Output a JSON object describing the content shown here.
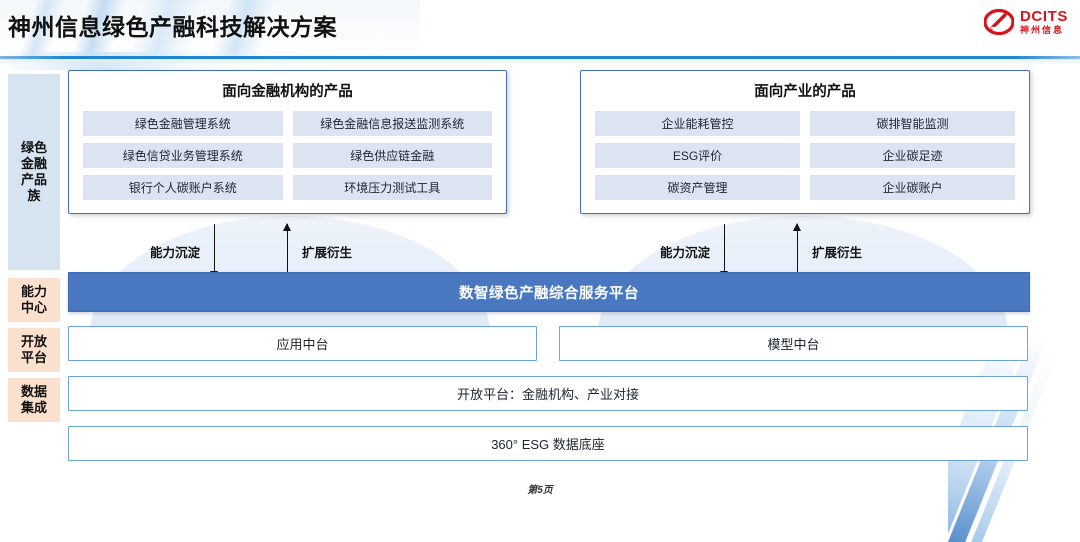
{
  "header": {
    "title": "神州信息绿色产融科技解决方案",
    "logo_en": "DCITS",
    "logo_cn": "神州信息"
  },
  "sidebar": {
    "items": [
      {
        "label": "绿色\n金融\n产品\n族",
        "color": "#d6e4f2"
      },
      {
        "label": "能力\n中心",
        "color": "#fbe0cd"
      },
      {
        "label": "开放\n平台",
        "color": "#fbe0cd"
      },
      {
        "label": "数据\n集成",
        "color": "#fbe0cd"
      }
    ]
  },
  "panels": [
    {
      "title": "面向金融机构的产品",
      "items": [
        "绿色金融管理系统",
        "绿色金融信息报送监测系统",
        "绿色信贷业务管理系统",
        "绿色供应链金融",
        "银行个人碳账户系统",
        "环境压力测试工具"
      ]
    },
    {
      "title": "面向产业的产品",
      "items": [
        "企业能耗管控",
        "碳排智能监测",
        "ESG评价",
        "企业碳足迹",
        "碳资产管理",
        "企业碳账户"
      ]
    }
  ],
  "flows": [
    {
      "down_label": "能力沉淀",
      "up_label": "扩展衍生"
    },
    {
      "down_label": "能力沉淀",
      "up_label": "扩展衍生"
    }
  ],
  "platform": {
    "label": "数智绿色产融综合服务平台",
    "color": "#4a78c0"
  },
  "capability_center": {
    "left": "应用中台",
    "right": "模型中台"
  },
  "open_platform": {
    "label": "开放平台：金融机构、产业对接"
  },
  "data_integration": {
    "label": "360° ESG 数据底座"
  },
  "footer": {
    "page_label": "第5页"
  }
}
